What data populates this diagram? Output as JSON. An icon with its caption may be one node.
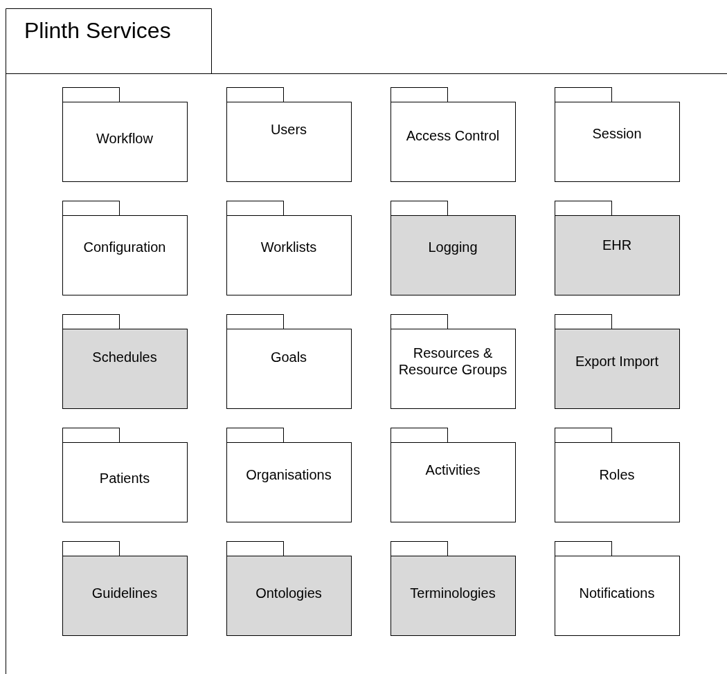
{
  "diagram": {
    "nodes": [
      {
        "text": [
          "Plinth Services"
        ]
      },
      {
        "text": [
          "Workflow"
        ],
        "in": 0
      },
      {
        "text": [
          "Users"
        ],
        "in": 0
      },
      {
        "text": [
          "Access Control"
        ],
        "in": 0
      },
      {
        "text": [
          "Session"
        ],
        "in": 0
      },
      {
        "text": [
          "Configuration"
        ],
        "in": 0
      },
      {
        "text": [
          "Worklists"
        ],
        "in": 0
      },
      {
        "text": [
          "Logging"
        ],
        "in": 0
      },
      {
        "text": [
          "EHR"
        ],
        "in": 0
      },
      {
        "text": [
          "Schedules"
        ],
        "in": 0
      },
      {
        "text": [
          "Goals"
        ],
        "in": 0
      },
      {
        "text": [
          "Resources & Resource Groups"
        ],
        "in": 0
      },
      {
        "text": [
          "Export Import"
        ],
        "in": 0
      },
      {
        "text": [
          "Patients"
        ],
        "in": 0
      },
      {
        "text": [
          "Organisations"
        ],
        "in": 0
      },
      {
        "text": [
          "Activities"
        ],
        "in": 0
      },
      {
        "text": [
          "Roles"
        ],
        "in": 0
      },
      {
        "text": [
          "Guidelines"
        ],
        "in": 0
      },
      {
        "text": [
          "Ontologies"
        ],
        "in": 0
      },
      {
        "text": [
          "Terminologies"
        ],
        "in": 0
      },
      {
        "text": [
          "Notifications"
        ],
        "in": 0
      }
    ]
  }
}
